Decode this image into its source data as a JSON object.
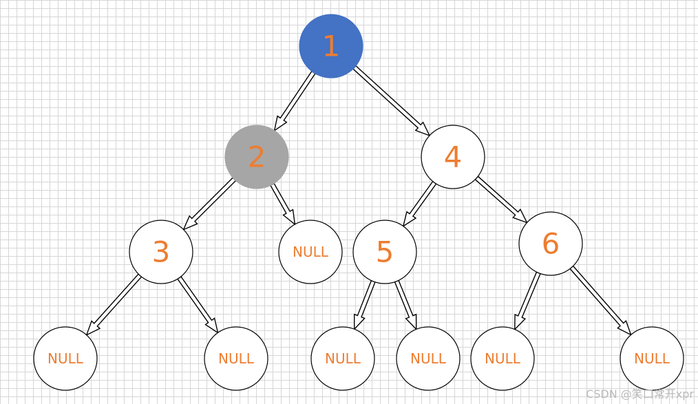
{
  "colors": {
    "root_fill": "#4472c4",
    "visited_fill": "#a6a6a6",
    "default_fill": "#ffffff",
    "node_stroke": "#000000",
    "label_color": "#ed7d31",
    "edge_color": "#000000"
  },
  "nodes": [
    {
      "id": "n1",
      "label": "1",
      "kind": "value",
      "state": "root"
    },
    {
      "id": "n2",
      "label": "2",
      "kind": "value",
      "state": "visited"
    },
    {
      "id": "n4",
      "label": "4",
      "kind": "value",
      "state": "default"
    },
    {
      "id": "n3",
      "label": "3",
      "kind": "value",
      "state": "default"
    },
    {
      "id": "n2r",
      "label": "NULL",
      "kind": "null",
      "state": "default"
    },
    {
      "id": "n5",
      "label": "5",
      "kind": "value",
      "state": "default"
    },
    {
      "id": "n6",
      "label": "6",
      "kind": "value",
      "state": "default"
    },
    {
      "id": "n3l",
      "label": "NULL",
      "kind": "null",
      "state": "default"
    },
    {
      "id": "n3r",
      "label": "NULL",
      "kind": "null",
      "state": "default"
    },
    {
      "id": "n5l",
      "label": "NULL",
      "kind": "null",
      "state": "default"
    },
    {
      "id": "n5r",
      "label": "NULL",
      "kind": "null",
      "state": "default"
    },
    {
      "id": "n6l",
      "label": "NULL",
      "kind": "null",
      "state": "default"
    },
    {
      "id": "n6r",
      "label": "NULL",
      "kind": "null",
      "state": "default"
    }
  ],
  "edges": [
    {
      "from": "n1",
      "to": "n2"
    },
    {
      "from": "n1",
      "to": "n4"
    },
    {
      "from": "n2",
      "to": "n3"
    },
    {
      "from": "n2",
      "to": "n2r"
    },
    {
      "from": "n4",
      "to": "n5"
    },
    {
      "from": "n4",
      "to": "n6"
    },
    {
      "from": "n3",
      "to": "n3l"
    },
    {
      "from": "n3",
      "to": "n3r"
    },
    {
      "from": "n5",
      "to": "n5l"
    },
    {
      "from": "n5",
      "to": "n5r"
    },
    {
      "from": "n6",
      "to": "n6l"
    },
    {
      "from": "n6",
      "to": "n6r"
    }
  ],
  "watermark": "CSDN @笑口常开xpr"
}
